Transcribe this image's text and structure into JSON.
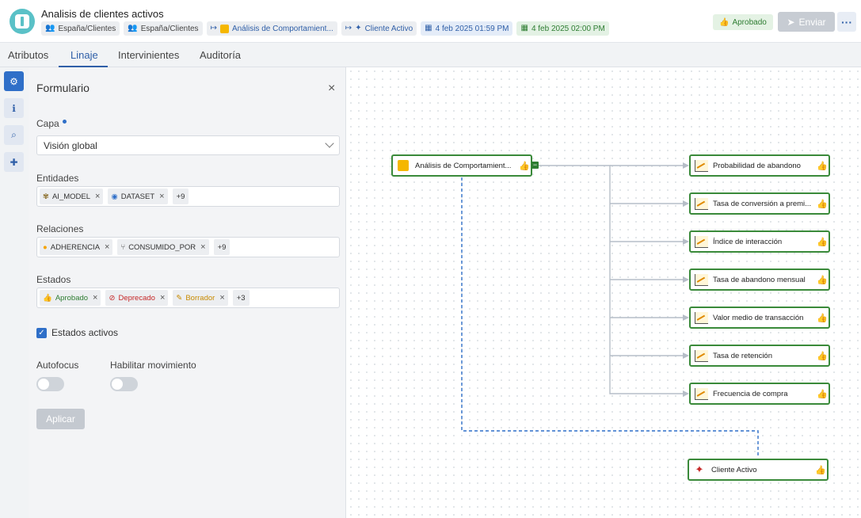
{
  "header": {
    "title": "Analisis de clientes activos",
    "chips": [
      {
        "label": "España/Clientes",
        "icon": "users-icon"
      },
      {
        "label": "España/Clientes",
        "icon": "users-icon"
      },
      {
        "label": "Análisis de Comportamient...",
        "icon": "report-icon"
      },
      {
        "label": "Cliente Activo",
        "icon": "entity-icon"
      },
      {
        "label": "4 feb 2025 01:59 PM",
        "icon": "calendar-icon"
      },
      {
        "label": "4 feb 2025 02:00 PM",
        "icon": "calendar-check-icon"
      }
    ],
    "status": "Aprobado",
    "send_label": "Enviar",
    "more_label": "···"
  },
  "tabs": [
    "Atributos",
    "Linaje",
    "Intervinientes",
    "Auditoría"
  ],
  "active_tab": "Linaje",
  "form": {
    "title": "Formulario",
    "close": "×",
    "capa_label": "Capa",
    "capa_value": "Visión global",
    "entidades_label": "Entidades",
    "entidades": [
      {
        "label": "AI_MODEL",
        "icon": "ai-model-icon"
      },
      {
        "label": "DATASET",
        "icon": "dataset-icon"
      }
    ],
    "entidades_more": "+9",
    "relaciones_label": "Relaciones",
    "relaciones": [
      {
        "label": "ADHERENCIA",
        "icon": "adherence-icon"
      },
      {
        "label": "CONSUMIDO_POR",
        "icon": "consumed-by-icon"
      }
    ],
    "relaciones_more": "+9",
    "estados_label": "Estados",
    "estados": [
      {
        "label": "Aprobado",
        "icon": "thumbs-up-icon"
      },
      {
        "label": "Deprecado",
        "icon": "prohibited-icon"
      },
      {
        "label": "Borrador",
        "icon": "draft-icon"
      }
    ],
    "estados_more": "+3",
    "checkbox_label": "Estados activos",
    "checkbox_checked": true,
    "autofocus_label": "Autofocus",
    "movimiento_label": "Habilitar movimiento",
    "apply_label": "Aplicar"
  },
  "lineage": {
    "source": "Análisis de Comportamient...",
    "targets": [
      "Probabilidad de abandono",
      "Tasa de conversión a premi...",
      "Índice de interacción",
      "Tasa de abandono mensual",
      "Valor medio de transacción",
      "Tasa de retención",
      "Frecuencia de compra"
    ],
    "entity": "Cliente Activo",
    "colors": {
      "edge": "#b6bec8",
      "dashed": "#2f6fc8",
      "node_border": "#3a8a3a"
    }
  }
}
